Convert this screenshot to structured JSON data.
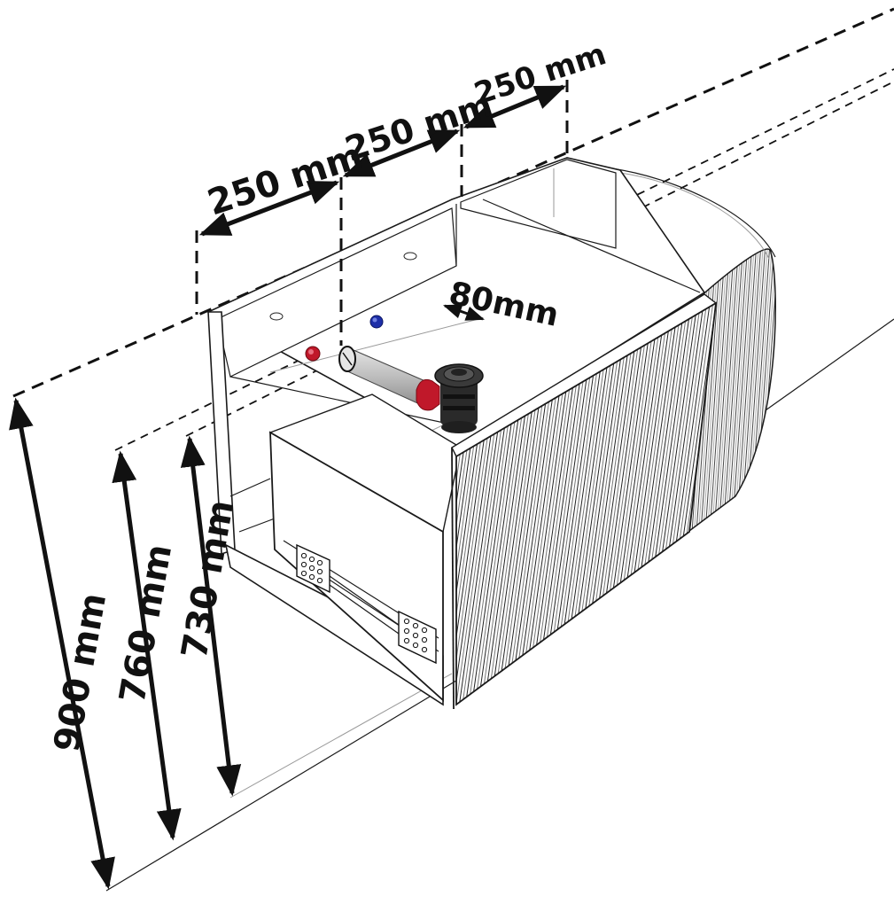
{
  "dimensions": {
    "width_top_1": "250 mm",
    "width_top_2": "250 mm",
    "width_top_3": "250 mm",
    "depth_offset": "80mm",
    "height_total": "900 mm",
    "height_mid": "760 mm",
    "height_low": "730 mm"
  },
  "colors": {
    "line": "#1a1a1a",
    "valve_red": "#c0182a",
    "valve_blue": "#1e2fa8",
    "siphon_dark": "#2a2a2a",
    "pipe_grey": "#bdbdbd"
  },
  "objects": [
    "cabinet-body",
    "drawer",
    "drawer-slide-left",
    "drawer-slide-right",
    "siphon-trap",
    "waste-pipe",
    "hot-water-valve",
    "cold-water-valve",
    "ribbed-front-panel",
    "curved-side-panel"
  ]
}
